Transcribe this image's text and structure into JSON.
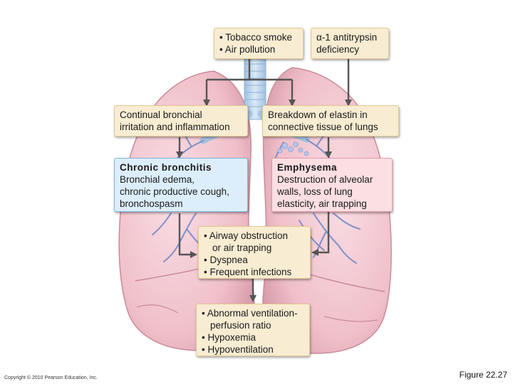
{
  "causes_box": {
    "line1": "• Tobacco smoke",
    "line2": "• Air pollution"
  },
  "aat_box": {
    "line1": "α-1 antitrypsin",
    "line2": "deficiency"
  },
  "irritation_box": {
    "line1": "Continual bronchial",
    "line2": "irritation and inflammation"
  },
  "elastin_box": {
    "line1": "Breakdown of elastin in",
    "line2": "connective tissue of lungs"
  },
  "bronchitis_box": {
    "title": "Chronic bronchitis",
    "line1": "Bronchial edema,",
    "line2": "chronic productive cough,",
    "line3": "bronchospasm"
  },
  "emphysema_box": {
    "title": "Emphysema",
    "line1": "Destruction of alveolar",
    "line2": "walls, loss of lung",
    "line3": "elasticity, air trapping"
  },
  "outcomes_box": {
    "line1": "• Airway obstruction",
    "line2": "or air trapping",
    "line3": "• Dyspnea",
    "line4": "• Frequent infections"
  },
  "consequences_box": {
    "line1": "• Abnormal ventilation-",
    "line2": "perfusion ratio",
    "line3": "• Hypoxemia",
    "line4": "• Hypoventilation"
  },
  "copyright": "Copyright © 2010 Pearson Education, Inc.",
  "figure_label": "Figure 22.27",
  "colors": {
    "lung_fill": "#f2c6cf",
    "lung_shade": "#d99aa8",
    "trachea": "#b9d3ea",
    "bronchi": "#7d8fc9",
    "arrow": "#555555",
    "tan_box": "#f8ecd2",
    "blue_box": "#dceefb",
    "pink_box": "#fbdfe3"
  }
}
